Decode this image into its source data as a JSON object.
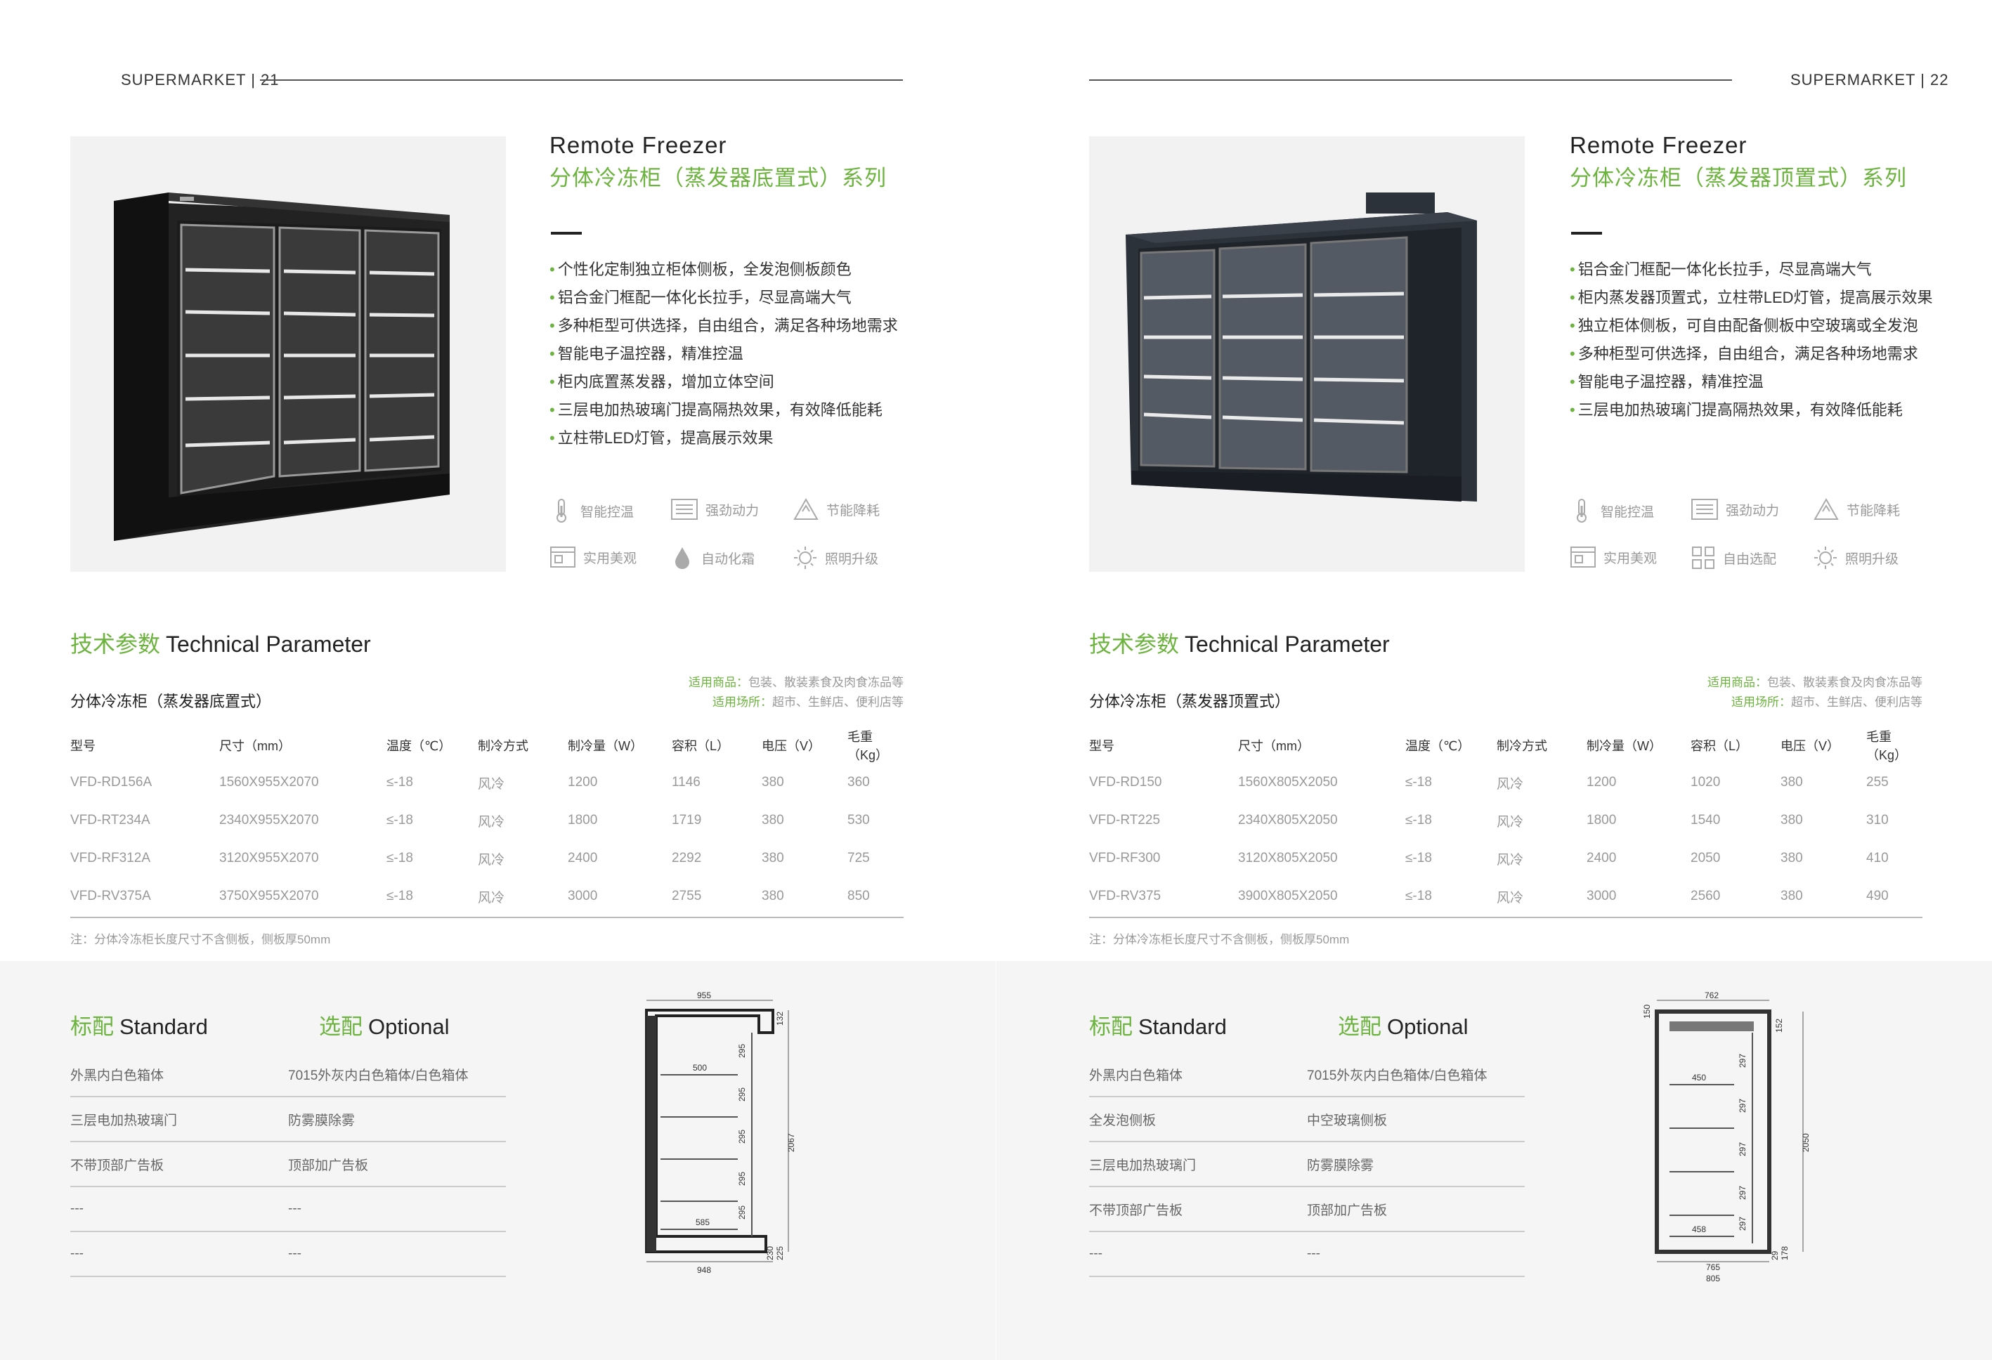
{
  "pages": [
    {
      "header": "SUPERMARKET",
      "page_no": "21",
      "title_en": "Remote Freezer",
      "title_cn": "分体冷冻柜（蒸发器底置式）系列",
      "features": [
        "个性化定制独立柜体侧板，全发泡侧板颜色",
        "铝合金门框配一体化长拉手，尽显高端大气",
        "多种柜型可供选择，自由组合，满足各种场地需求",
        "智能电子温控器，精准控温",
        "柜内底置蒸发器，增加立体空间",
        "三层电加热玻璃门提高隔热效果，有效降低能耗",
        "立柱带LED灯管，提高展示效果"
      ],
      "icons": [
        {
          "name": "thermometer-icon",
          "label": "智能控温"
        },
        {
          "name": "power-icon",
          "label": "强劲动力"
        },
        {
          "name": "recycle-icon",
          "label": "节能降耗"
        },
        {
          "name": "cabinet-icon",
          "label": "实用美观"
        },
        {
          "name": "droplet-icon",
          "label": "自动化霜"
        },
        {
          "name": "light-icon",
          "label": "照明升级"
        }
      ],
      "tech_cn": "技术参数",
      "tech_en": "Technical Parameter",
      "model_title": "分体冷冻柜（蒸发器底置式）",
      "goods_label": "适用商品：",
      "goods_value": "包装、散装素食及肉食冻品等",
      "venue_label": "适用场所：",
      "venue_value": "超市、生鲜店、便利店等",
      "columns": [
        "型号",
        "尺寸（mm）",
        "温度（℃）",
        "制冷方式",
        "制冷量（W）",
        "容积（L）",
        "电压（V）",
        "毛重（Kg）"
      ],
      "rows": [
        [
          "VFD-RD156A",
          "1560X955X2070",
          "≤-18",
          "风冷",
          "1200",
          "1146",
          "380",
          "360"
        ],
        [
          "VFD-RT234A",
          "2340X955X2070",
          "≤-18",
          "风冷",
          "1800",
          "1719",
          "380",
          "530"
        ],
        [
          "VFD-RF312A",
          "3120X955X2070",
          "≤-18",
          "风冷",
          "2400",
          "2292",
          "380",
          "725"
        ],
        [
          "VFD-RV375A",
          "3750X955X2070",
          "≤-18",
          "风冷",
          "3000",
          "2755",
          "380",
          "850"
        ]
      ],
      "note": "注：分体冷冻柜长度尺寸不含侧板，侧板厚50mm",
      "std_cn": "标配",
      "std_en": "Standard",
      "opt_cn": "选配",
      "opt_en": "Optional",
      "std_rows": [
        [
          "外黑内白色箱体",
          "7015外灰内白色箱体/白色箱体"
        ],
        [
          "三层电加热玻璃门",
          "防雾膜除雾"
        ],
        [
          "不带顶部广告板",
          "顶部加广告板"
        ],
        [
          "---",
          "---"
        ],
        [
          "---",
          "---"
        ]
      ],
      "dims": {
        "top": "955",
        "bottom": "948",
        "height": "2067",
        "shelf": "500",
        "base": "585",
        "s1": "295",
        "s2": "295",
        "s3": "295",
        "s4": "295",
        "s5": "295",
        "small1": "132",
        "small2": "230",
        "small3": "225"
      }
    },
    {
      "header": "SUPERMARKET",
      "page_no": "22",
      "title_en": "Remote Freezer",
      "title_cn": "分体冷冻柜（蒸发器顶置式）系列",
      "features": [
        "铝合金门框配一体化长拉手，尽显高端大气",
        "柜内蒸发器顶置式，立柱带LED灯管，提高展示效果",
        "独立柜体侧板，可自由配备侧板中空玻璃或全发泡",
        "多种柜型可供选择，自由组合，满足各种场地需求",
        "智能电子温控器，精准控温",
        "三层电加热玻璃门提高隔热效果，有效降低能耗"
      ],
      "icons": [
        {
          "name": "thermometer-icon",
          "label": "智能控温"
        },
        {
          "name": "power-icon",
          "label": "强劲动力"
        },
        {
          "name": "recycle-icon",
          "label": "节能降耗"
        },
        {
          "name": "cabinet-icon",
          "label": "实用美观"
        },
        {
          "name": "grid-icon",
          "label": "自由选配"
        },
        {
          "name": "light-icon",
          "label": "照明升级"
        }
      ],
      "tech_cn": "技术参数",
      "tech_en": "Technical Parameter",
      "model_title": "分体冷冻柜（蒸发器顶置式）",
      "goods_label": "适用商品：",
      "goods_value": "包装、散装素食及肉食冻品等",
      "venue_label": "适用场所：",
      "venue_value": "超市、生鲜店、便利店等",
      "columns": [
        "型号",
        "尺寸（mm）",
        "温度（℃）",
        "制冷方式",
        "制冷量（W）",
        "容积（L）",
        "电压（V）",
        "毛重（Kg）"
      ],
      "rows": [
        [
          "VFD-RD150",
          "1560X805X2050",
          "≤-18",
          "风冷",
          "1200",
          "1020",
          "380",
          "255"
        ],
        [
          "VFD-RT225",
          "2340X805X2050",
          "≤-18",
          "风冷",
          "1800",
          "1540",
          "380",
          "310"
        ],
        [
          "VFD-RF300",
          "3120X805X2050",
          "≤-18",
          "风冷",
          "2400",
          "2050",
          "380",
          "410"
        ],
        [
          "VFD-RV375",
          "3900X805X2050",
          "≤-18",
          "风冷",
          "3000",
          "2560",
          "380",
          "490"
        ]
      ],
      "note": "注：分体冷冻柜长度尺寸不含侧板，侧板厚50mm",
      "std_cn": "标配",
      "std_en": "Standard",
      "opt_cn": "选配",
      "opt_en": "Optional",
      "std_rows": [
        [
          "外黑内白色箱体",
          "7015外灰内白色箱体/白色箱体"
        ],
        [
          "全发泡侧板",
          "中空玻璃侧板"
        ],
        [
          "三层电加热玻璃门",
          "防雾膜除雾"
        ],
        [
          "不带顶部广告板",
          "顶部加广告板"
        ],
        [
          "---",
          "---"
        ]
      ],
      "dims": {
        "top": "762",
        "bottom1": "765",
        "bottom2": "805",
        "height": "2050",
        "shelf": "450",
        "base": "458",
        "s1": "297",
        "s2": "297",
        "s3": "297",
        "s4": "297",
        "s5": "297",
        "small1": "150",
        "small2": "152",
        "small3": "178",
        "small4": "29"
      }
    }
  ]
}
